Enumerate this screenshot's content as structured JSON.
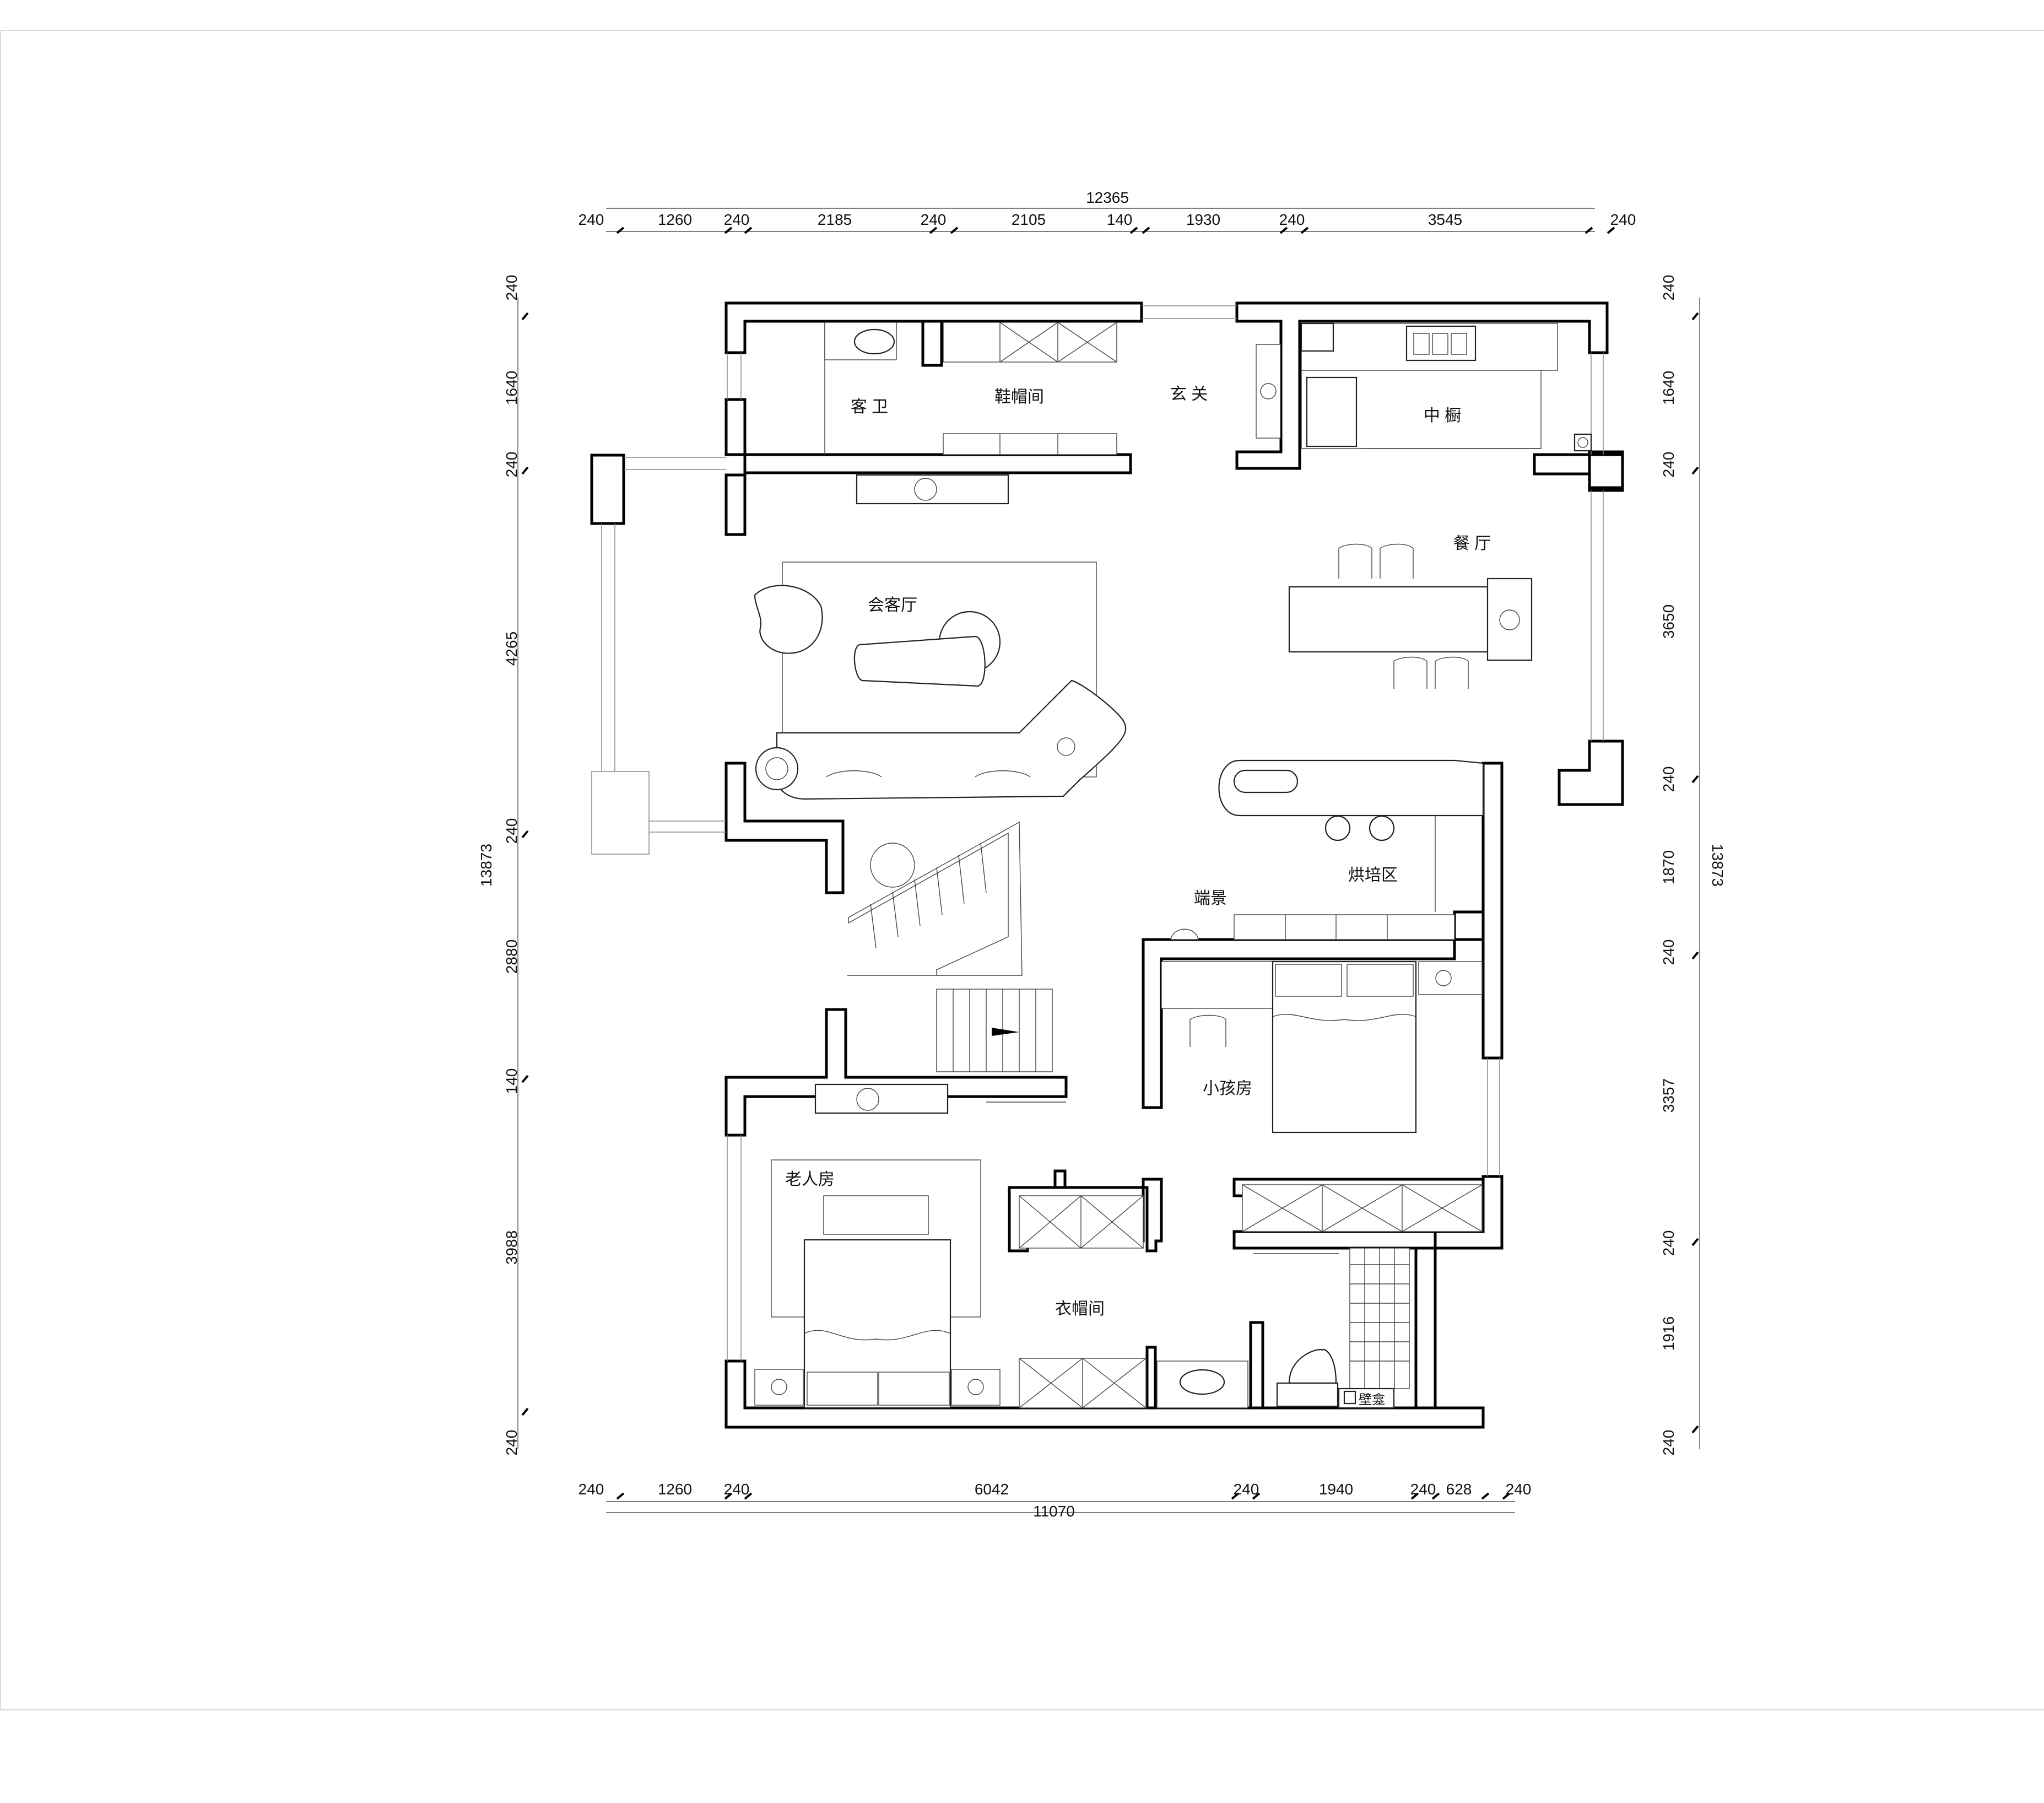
{
  "plan": {
    "dimensions_top": [
      "240",
      "1260",
      "240",
      "2185",
      "240",
      "2105",
      "140",
      "1930",
      "240",
      "3545",
      "240"
    ],
    "dimension_top_total": "12365",
    "dimensions_bottom": [
      "240",
      "1260",
      "240",
      "6042",
      "240",
      "1940",
      "240",
      "628",
      "240"
    ],
    "dimension_bottom_total": "11070",
    "dimensions_left": [
      "240",
      "1640",
      "240",
      "4265",
      "240",
      "2880",
      "140",
      "3988",
      "240"
    ],
    "dimension_left_total": "13873",
    "dimensions_right": [
      "240",
      "1640",
      "240",
      "3650",
      "240",
      "1870",
      "240",
      "3357",
      "240",
      "1916",
      "240"
    ],
    "dimension_right_total": "13873",
    "rooms": {
      "guest_bath": "客 卫",
      "shoe_room": "鞋帽间",
      "foyer": "玄 关",
      "kitchen": "中 橱",
      "living": "会客厅",
      "dining": "餐 厅",
      "baking": "烘培区",
      "display": "端景",
      "kids_room": "小孩房",
      "elder_room": "老人房",
      "closet": "衣帽间",
      "niche": "壁龛"
    }
  }
}
